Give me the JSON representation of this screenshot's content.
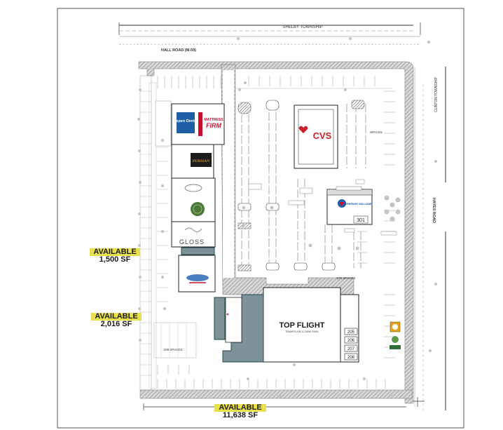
{
  "roads": {
    "north_township": "SHELBY TOWNSHIP",
    "hall_road": "HALL ROAD (M-59)",
    "east_township": "CLINTON TOWNSHIP",
    "hayes_road": "HAYES ROAD"
  },
  "tenants": {
    "aspen_dental": "Aspen Dental",
    "mattress_firm_top": "MATTRESS",
    "mattress_firm_bottom": "FIRM",
    "persian": "PERSIAN",
    "cvs": "CVS",
    "sherwin_williams": "SHERWIN WILLIAMS",
    "gloss": "GLOSS",
    "top_flight": "TOP FLIGHT",
    "top_flight_sub": "TRAMPOLINE & GAME PARK"
  },
  "units": {
    "u301": "301",
    "u205": "205",
    "u206": "206",
    "u207": "207",
    "u208": "208"
  },
  "spaces": {
    "east": "SPACES",
    "south": "209 SPACES",
    "center": "278 SPACES"
  },
  "available": [
    {
      "title": "AVAILABLE",
      "size": "1,500 SF"
    },
    {
      "title": "AVAILABLE",
      "size": "2,016 SF"
    },
    {
      "title": "AVAILABLE",
      "size": "11,638 SF"
    }
  ],
  "colors": {
    "available_fill": "#7f929a",
    "available_border": "#1f4a4f",
    "highlight": "#e8e14d",
    "cvs_red": "#cc1f2d",
    "aspen_blue": "#1f5fa8",
    "gloss_green": "#4a7a3a"
  }
}
